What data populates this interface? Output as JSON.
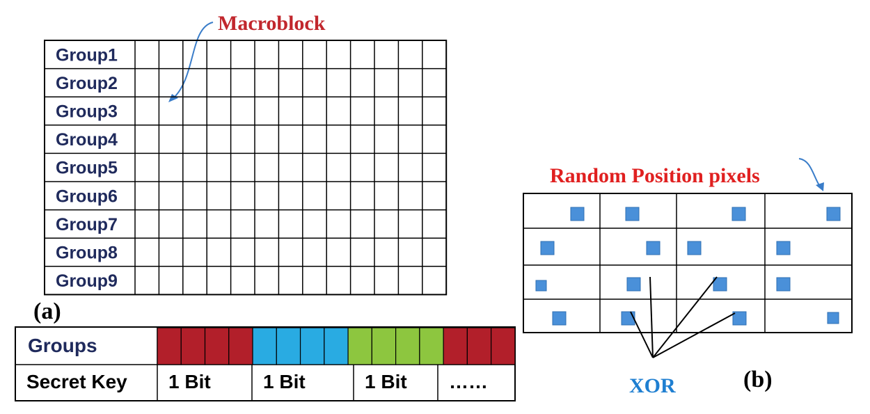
{
  "group_grid": {
    "rows": [
      "Group1",
      "Group2",
      "Group3",
      "Group4",
      "Group5",
      "Group6",
      "Group7",
      "Group8",
      "Group9"
    ],
    "row_label_color": "#1f2a5c"
  },
  "macroblock_label": "Macroblock",
  "panel_a_caption": "(a)",
  "panel_b_caption": "(b)",
  "bottom_table": {
    "row1_label": "Groups",
    "row2_label": "Secret Key",
    "group_colors": [
      "#b21f2a",
      "#b21f2a",
      "#b21f2a",
      "#b21f2a",
      "#29abe2",
      "#29abe2",
      "#29abe2",
      "#29abe2",
      "#8dc63f",
      "#8dc63f",
      "#8dc63f",
      "#8dc63f",
      "#b21f2a",
      "#b21f2a",
      "#b21f2a"
    ],
    "key_cells": [
      "1 Bit",
      "1 Bit",
      "1 Bit",
      "……"
    ]
  },
  "random_grid": {
    "label": "Random Position pixels",
    "label_color": "#e02020",
    "pixel_color": "#4a90d9"
  },
  "xor_label": "XOR",
  "xor_color": "#1f7fd1",
  "arrow_color": "#3a7dc9"
}
